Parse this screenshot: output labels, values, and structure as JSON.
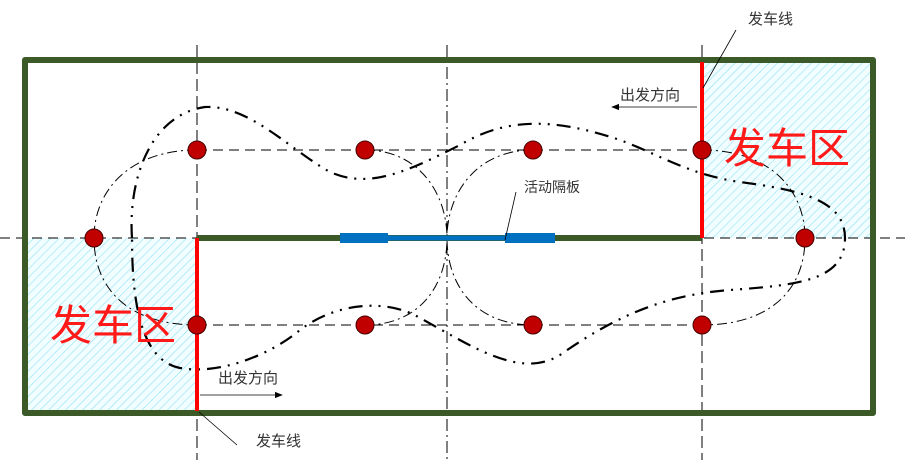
{
  "labels": {
    "start_line_top": "发车线",
    "start_line_bottom": "发车线",
    "direction_top": "出发方向",
    "direction_bottom": "出发方向",
    "partition": "活动隔板",
    "start_zone_right": "发车区",
    "start_zone_left": "发车区"
  },
  "colors": {
    "wall": "#3b5a27",
    "start_line": "#ff0000",
    "partition": "#0070c0",
    "marker": "#c00000",
    "zone_hatch": "#7fe0f0"
  }
}
